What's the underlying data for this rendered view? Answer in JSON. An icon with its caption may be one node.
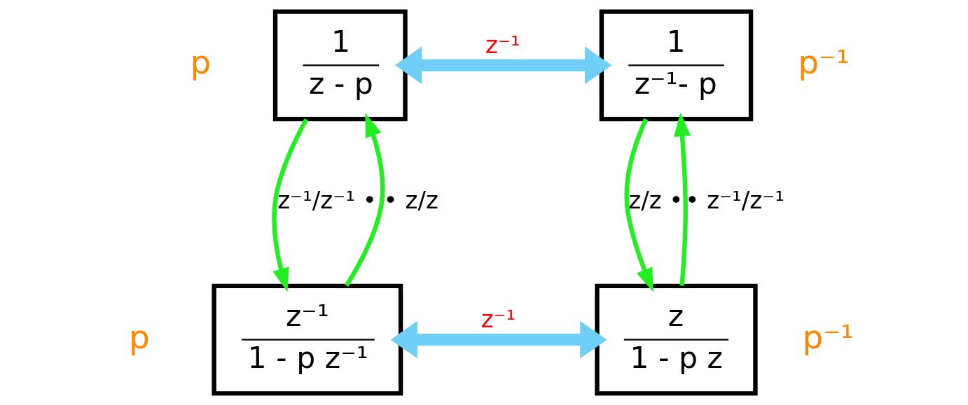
{
  "diagram": {
    "nodes": [
      {
        "text": [
          "1",
          "z - p"
        ],
        "beside": [
          "p"
        ]
      },
      {
        "text": [
          "1",
          "z⁻¹- p"
        ],
        "beside": [
          "p⁻¹"
        ]
      },
      {
        "text": [
          "z⁻¹",
          "1 - p z⁻¹"
        ],
        "beside": [
          "p"
        ]
      },
      {
        "text": [
          "z",
          "1 - p z"
        ],
        "beside": [
          "p⁻¹"
        ]
      }
    ],
    "edges": [
      {
        "from": 0,
        "to": 1,
        "arrow": "both",
        "label": "z⁻¹",
        "style": "thick",
        "color": "#6fcff7"
      },
      {
        "from": 0,
        "to": 2,
        "arrow": "to",
        "label": "z⁻¹/z⁻¹ •",
        "color": "#22ee22"
      },
      {
        "from": 2,
        "to": 0,
        "arrow": "to",
        "label": "• z/z",
        "color": "#22ee22"
      },
      {
        "from": 1,
        "to": 3,
        "arrow": "to",
        "label": "z/z •",
        "color": "#22ee22"
      },
      {
        "from": 3,
        "to": 1,
        "arrow": "to",
        "label": "• z⁻¹/z⁻¹",
        "color": "#22ee22"
      },
      {
        "from": 2,
        "to": 3,
        "arrow": "both",
        "label": "z⁻¹",
        "style": "thick",
        "color": "#6fcff7"
      }
    ]
  }
}
